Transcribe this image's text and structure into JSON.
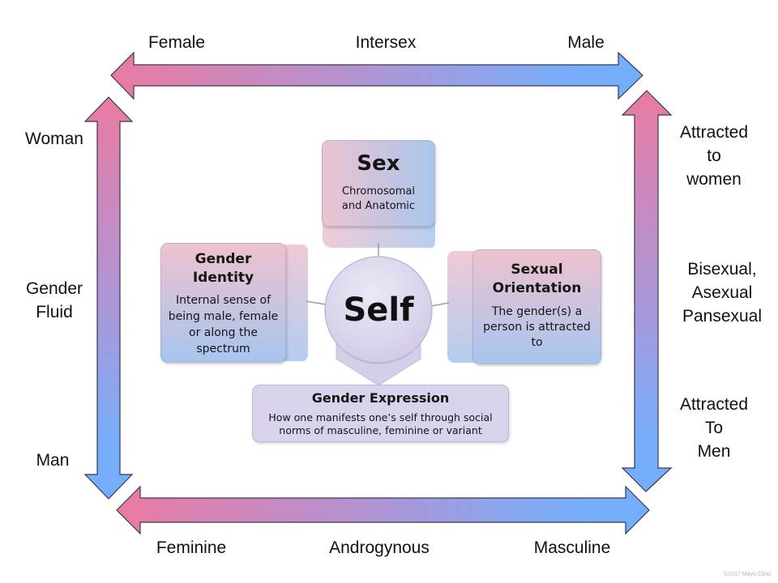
{
  "diagram": {
    "center": {
      "label": "Self"
    },
    "boxes": {
      "sex": {
        "title": "Sex",
        "description": "Chromosomal and Anatomic"
      },
      "gender_identity": {
        "title": "Gender Identity",
        "description": "Internal sense of being male, female or along the spectrum"
      },
      "sexual_orientation": {
        "title": "Sexual Orientation",
        "description": "The gender(s) a person is attracted to"
      },
      "gender_expression": {
        "title": "Gender Expression",
        "description": "How one manifests one’s self through social norms of masculine, feminine or variant"
      }
    },
    "spectrums": {
      "top": {
        "name": "Sex",
        "labels": [
          "Female",
          "Intersex",
          "Male"
        ]
      },
      "left": {
        "name": "Gender Identity",
        "labels": [
          "Woman",
          "Gender\nFluid",
          "Man"
        ]
      },
      "right": {
        "name": "Sexual Orientation",
        "labels": [
          "Attracted\nto\nwomen",
          "Bisexual,\nAsexual\nPansexual",
          "Attracted\nTo\nMen"
        ]
      },
      "bottom": {
        "name": "Gender Expression",
        "labels": [
          "Feminine",
          "Androgynous",
          "Masculine"
        ]
      }
    },
    "colors": {
      "pink": "#e8789f",
      "blue": "#74adfb",
      "lavender": "#d9d2ea"
    }
  },
  "footer": {
    "copyright": "©2017 Mayo Clinic"
  }
}
